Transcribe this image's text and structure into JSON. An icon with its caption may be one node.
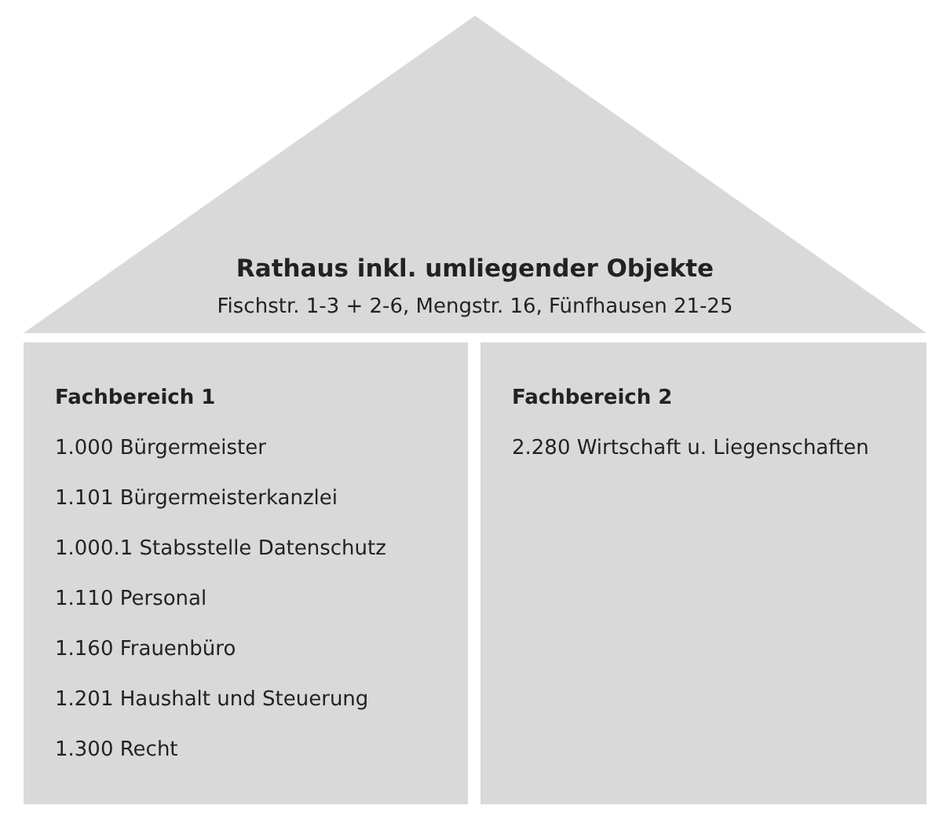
{
  "diagram": {
    "nodes": [
      {
        "text": [
          "Rathaus inkl. umliegender Objekte",
          "Fischstr. 1-3 + 2-6, Mengstr. 16, Fünfhausen 21-25"
        ]
      },
      {
        "text": [
          "Fachbereich 1",
          "1.000 Bürgermeister",
          "1.101 Bürgermeisterkanzlei",
          "1.000.1 Stabsstelle Datenschutz",
          "1.110 Personal",
          "1.160 Frauenbüro",
          "1.201 Haushalt und Steuerung",
          "1.300 Recht"
        ]
      },
      {
        "text": [
          "Fachbereich 2",
          "2.280 Wirtschaft u. Liegenschaften"
        ]
      }
    ]
  }
}
